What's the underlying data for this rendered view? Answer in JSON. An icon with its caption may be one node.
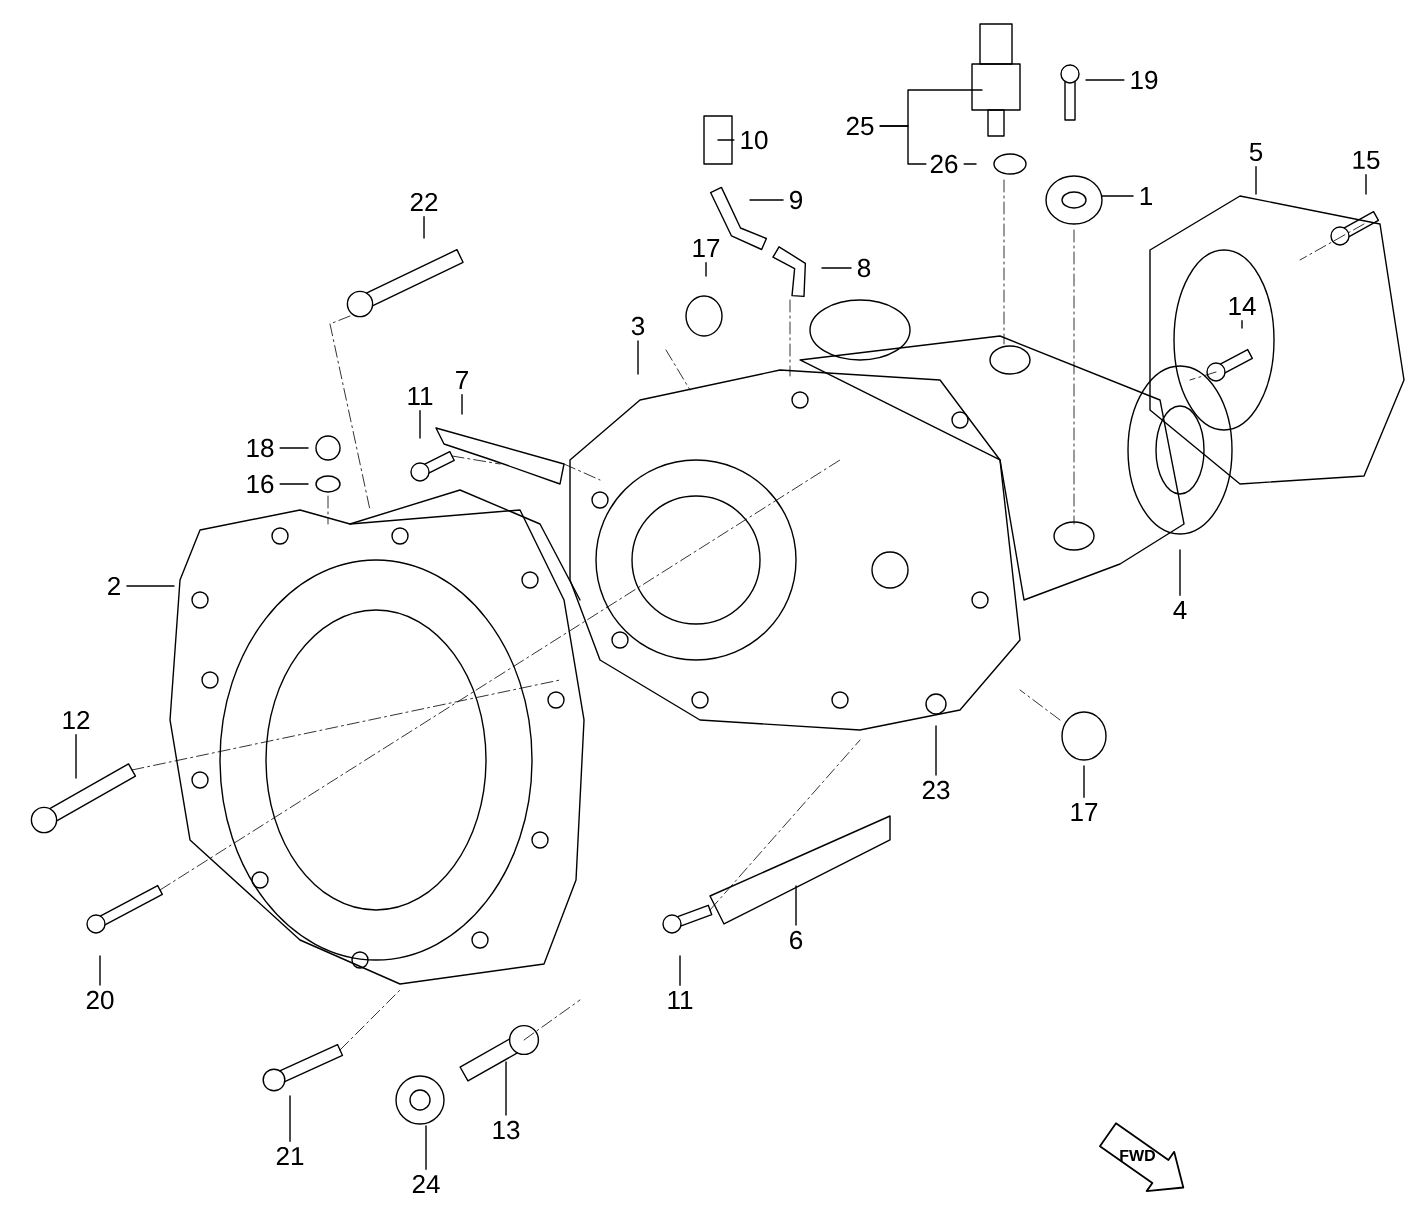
{
  "diagram": {
    "nodes": [
      {
        "text": [
          "19"
        ]
      },
      {
        "text": [
          "25"
        ]
      },
      {
        "text": [
          "10"
        ]
      },
      {
        "text": [
          "5"
        ]
      },
      {
        "text": [
          "15"
        ]
      },
      {
        "text": [
          "26"
        ]
      },
      {
        "text": [
          "1"
        ]
      },
      {
        "text": [
          "9"
        ]
      },
      {
        "text": [
          "22"
        ]
      },
      {
        "text": [
          "17"
        ]
      },
      {
        "text": [
          "8"
        ]
      },
      {
        "text": [
          "14"
        ]
      },
      {
        "text": [
          "3"
        ]
      },
      {
        "text": [
          "7"
        ]
      },
      {
        "text": [
          "11"
        ]
      },
      {
        "text": [
          "18"
        ]
      },
      {
        "text": [
          "16"
        ]
      },
      {
        "text": [
          "2"
        ]
      },
      {
        "text": [
          "4"
        ]
      },
      {
        "text": [
          "12"
        ]
      },
      {
        "text": [
          "23"
        ]
      },
      {
        "text": [
          "17"
        ]
      },
      {
        "text": [
          "6"
        ]
      },
      {
        "text": [
          "20"
        ]
      },
      {
        "text": [
          "11"
        ]
      },
      {
        "text": [
          "13"
        ]
      },
      {
        "text": [
          "21"
        ]
      },
      {
        "text": [
          "24"
        ]
      }
    ],
    "edges": [
      {
        "from": 0,
        "to": null,
        "arrow": "none"
      },
      {
        "from": 1,
        "to": null,
        "arrow": "none"
      },
      {
        "from": 1,
        "to": 5,
        "arrow": "none"
      },
      {
        "from": 2,
        "to": null,
        "arrow": "none"
      },
      {
        "from": 3,
        "to": null,
        "arrow": "none"
      },
      {
        "from": 4,
        "to": null,
        "arrow": "none"
      },
      {
        "from": 5,
        "to": null,
        "arrow": "none"
      },
      {
        "from": 6,
        "to": null,
        "arrow": "none"
      },
      {
        "from": 7,
        "to": null,
        "arrow": "none"
      },
      {
        "from": 8,
        "to": null,
        "arrow": "none"
      },
      {
        "from": 9,
        "to": null,
        "arrow": "none"
      },
      {
        "from": 10,
        "to": null,
        "arrow": "none"
      },
      {
        "from": 11,
        "to": null,
        "arrow": "none"
      },
      {
        "from": 12,
        "to": null,
        "arrow": "none"
      },
      {
        "from": 13,
        "to": null,
        "arrow": "none"
      },
      {
        "from": 14,
        "to": null,
        "arrow": "none"
      },
      {
        "from": 15,
        "to": null,
        "arrow": "none"
      },
      {
        "from": 16,
        "to": null,
        "arrow": "none"
      },
      {
        "from": 17,
        "to": null,
        "arrow": "none"
      },
      {
        "from": 18,
        "to": null,
        "arrow": "none"
      },
      {
        "from": 19,
        "to": null,
        "arrow": "none"
      },
      {
        "from": 20,
        "to": null,
        "arrow": "none"
      },
      {
        "from": 21,
        "to": null,
        "arrow": "none"
      },
      {
        "from": 22,
        "to": null,
        "arrow": "none"
      },
      {
        "from": 23,
        "to": null,
        "arrow": "none"
      },
      {
        "from": 24,
        "to": null,
        "arrow": "none"
      },
      {
        "from": 25,
        "to": null,
        "arrow": "none"
      },
      {
        "from": 26,
        "to": null,
        "arrow": "none"
      },
      {
        "from": 27,
        "to": null,
        "arrow": "none"
      }
    ],
    "labels": [
      "FWD"
    ]
  }
}
